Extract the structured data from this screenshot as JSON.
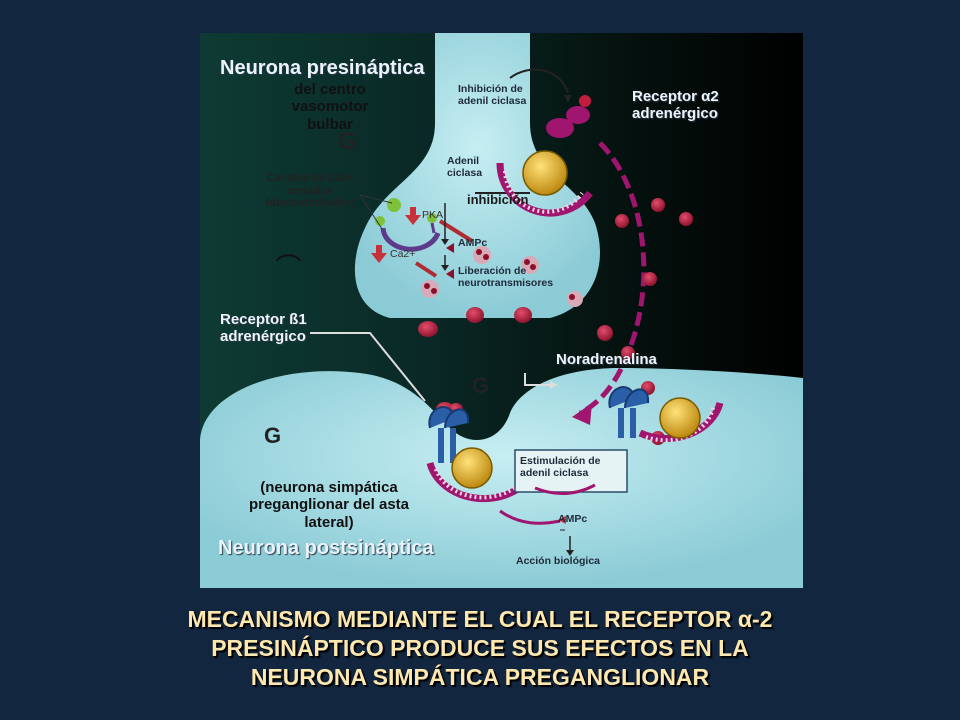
{
  "figure": {
    "presynaptic_title": "Neurona presináptica",
    "presynaptic_note": [
      "del centro",
      "vasomotor",
      "bulbar"
    ],
    "channels_note": [
      "Canales de Ca2+",
      "cerrados",
      "(desfosforilados)"
    ],
    "inhibition_box": [
      "Inhibición de",
      "adenil ciclasa"
    ],
    "adenyl_cyclase": [
      "Adenil",
      "ciclasa"
    ],
    "receptor_a2": [
      "Receptor α2",
      "adrenérgico"
    ],
    "inhibition_label": "inhibición",
    "pka_label": "PKA",
    "camp_pre": "AMPc",
    "ca_label": "Ca2+",
    "release": [
      "Liberación de",
      "neurotransmisores"
    ],
    "receptor_b1": [
      "Receptor ß1",
      "adrenérgico"
    ],
    "noradrenaline": "Noradrenalina",
    "stimulation_box": [
      "Estimulación de",
      "adenil ciclasa"
    ],
    "camp_post": "AMPc",
    "biological_action": "Acción biológica",
    "postsynaptic_note": [
      "(neurona simpática",
      "preganglionar del asta",
      "lateral)"
    ],
    "postsynaptic_title": "Neurona postsináptica",
    "g_protein": "G"
  },
  "caption": {
    "line1": "MECANISMO MEDIANTE EL CUAL EL RECEPTOR α-2",
    "line2": "PRESINÁPTICO PRODUCE SUS EFECTOS EN LA",
    "line3": "NEURONA SIMPÁTICA PREGANGLIONAR"
  },
  "colors": {
    "page_bg": "#13263f",
    "caption_text": "#fde8b0",
    "neuron_fill": "#a9dde4",
    "receptor_magenta": "#a0156e",
    "g_protein": "#d8a010",
    "arrow_red": "#c7323a"
  }
}
